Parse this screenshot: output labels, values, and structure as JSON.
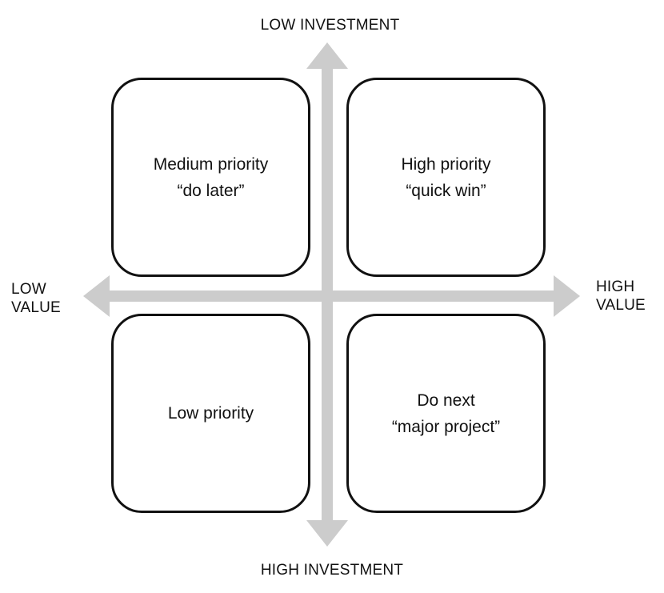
{
  "axes": {
    "top": "LOW INVESTMENT",
    "bottom": "HIGH INVESTMENT",
    "left": [
      "LOW",
      "VALUE"
    ],
    "right": [
      "HIGH",
      "VALUE"
    ]
  },
  "quadrants": {
    "top_left": [
      "Medium priority",
      "“do later”"
    ],
    "top_right": [
      "High priority",
      "“quick win”"
    ],
    "bottom_left": [
      "Low priority"
    ],
    "bottom_right": [
      "Do next",
      "“major project”"
    ]
  },
  "colors": {
    "arrow": "#cccccc",
    "box_border": "#111111",
    "text": "#111111"
  }
}
